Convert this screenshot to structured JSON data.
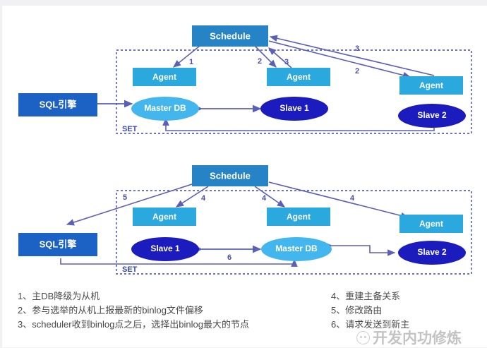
{
  "colors": {
    "page_bg": "#f1f1f3",
    "canvas_bg": "#ffffff",
    "schedule_box": "#2683C6",
    "sql_engine_box": "#1B62C4",
    "agent_box": "#2BA8DE",
    "master_db": "#43B6ED",
    "slave_db": "#1B1BBE",
    "arrow": "#5A5FB8",
    "set_border": "#3A47B5",
    "step_text": "#4a4fa8",
    "caption_text": "#4a4a4a",
    "watermark": "#b9b9b9"
  },
  "diagrams": [
    {
      "id": "diagram-top",
      "set_label": "SET",
      "sql_engine": {
        "label": "SQL引擎"
      },
      "schedule": {
        "label": "Schedule"
      },
      "agents": [
        {
          "label": "Agent"
        },
        {
          "label": "Agent"
        },
        {
          "label": "Agent"
        }
      ],
      "databases": [
        {
          "label": "Master DB",
          "role": "master"
        },
        {
          "label": "Slave 1",
          "role": "slave"
        },
        {
          "label": "Slave 2",
          "role": "slave"
        }
      ],
      "step_numbers": [
        "1",
        "2",
        "3",
        "3",
        "2"
      ]
    },
    {
      "id": "diagram-bottom",
      "set_label": "SET",
      "sql_engine": {
        "label": "SQL引擎"
      },
      "schedule": {
        "label": "Schedule"
      },
      "agents": [
        {
          "label": "Agent"
        },
        {
          "label": "Agent"
        },
        {
          "label": "Agent"
        }
      ],
      "databases": [
        {
          "label": "Slave 1",
          "role": "slave"
        },
        {
          "label": "Master DB",
          "role": "master"
        },
        {
          "label": "Slave 2",
          "role": "slave"
        }
      ],
      "step_numbers": [
        "5",
        "4",
        "4",
        "4",
        "6"
      ]
    }
  ],
  "caption": {
    "left": [
      "1、主DB降级为从机",
      "2、参与选举的从机上报最新的binlog文件偏移",
      "3、scheduler收到binlog点之后，选择出binlog最大的节点"
    ],
    "right": [
      "4、重建主备关系",
      "5、修改路由",
      "6、请求发送到新主"
    ]
  },
  "watermark": {
    "text": "开发内功修炼"
  }
}
